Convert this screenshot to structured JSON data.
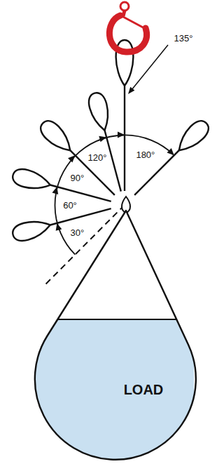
{
  "diagram": {
    "nodes": [
      {
        "text": [
          "LOAD"
        ]
      }
    ],
    "labels": [
      "135°",
      "120°",
      "180°",
      "90°",
      "60°",
      "30°"
    ]
  }
}
